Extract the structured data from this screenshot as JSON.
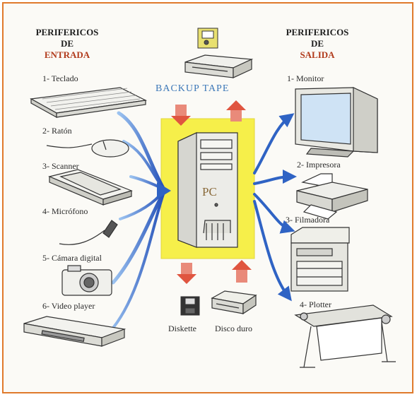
{
  "input_header": {
    "line1": "PERIFERICOS",
    "line2": "DE",
    "line3": "ENTRADA"
  },
  "output_header": {
    "line1": "PERIFERICOS",
    "line2": "DE",
    "line3": "SALIDA"
  },
  "backup_label": "BACKUP TAPE",
  "pc_label": "PC",
  "inputs": [
    "1- Teclado",
    "2- Ratón",
    "3- Scanner",
    "4- Micrófono",
    "5- Cámara digital",
    "6- Video player"
  ],
  "outputs": [
    "1- Monitor",
    "2- Impresora",
    "3- Filmadora",
    "4- Plotter"
  ],
  "storage": {
    "diskette": "Diskette",
    "disk": "Disco duro"
  },
  "colors": {
    "frame": "#e07a2c",
    "yellow": "#f6ef4a",
    "arrow_blue": "#2f63c4",
    "arrow_red": "#e05540",
    "salida_red": "#b13b1c"
  },
  "icons": [
    "keyboard-icon",
    "mouse-icon",
    "scanner-icon",
    "microphone-icon",
    "camera-icon",
    "video-player-icon",
    "tape-drive-icon",
    "pc-tower-icon",
    "monitor-icon",
    "printer-icon",
    "filmadora-icon",
    "plotter-icon",
    "diskette-icon",
    "hard-disk-icon"
  ]
}
